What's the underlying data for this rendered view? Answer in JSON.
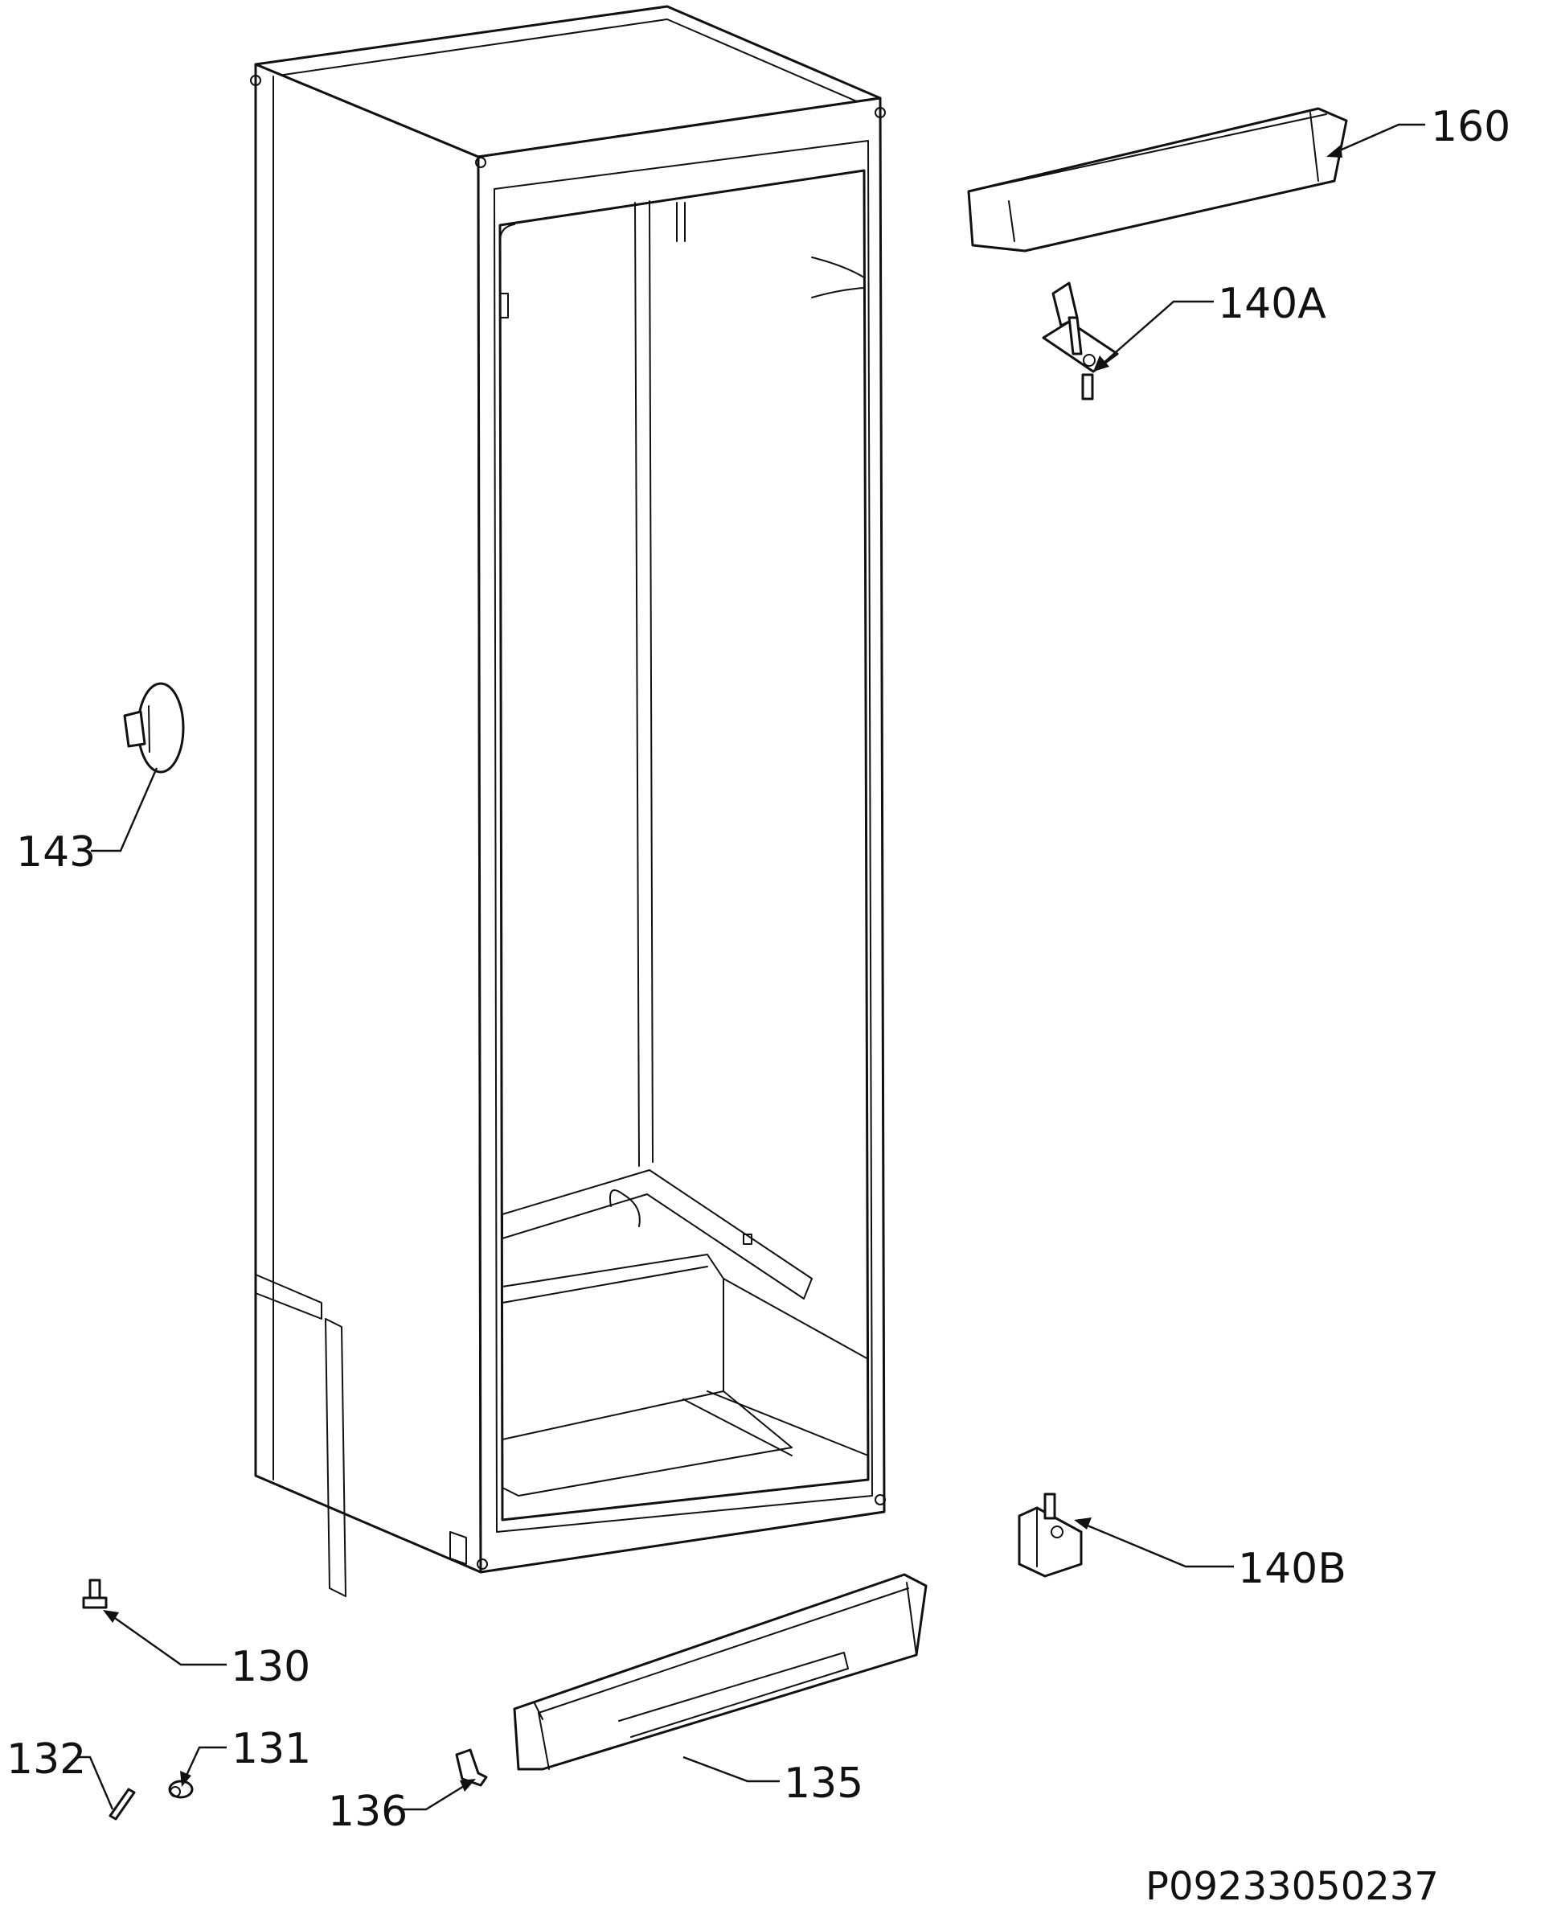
{
  "diagram": {
    "document_code": "P09233050237",
    "callouts": [
      {
        "id": "c160",
        "label": "160"
      },
      {
        "id": "c140a",
        "label": "140A"
      },
      {
        "id": "c143",
        "label": "143"
      },
      {
        "id": "c140b",
        "label": "140B"
      },
      {
        "id": "c130",
        "label": "130"
      },
      {
        "id": "c131",
        "label": "131"
      },
      {
        "id": "c132",
        "label": "132"
      },
      {
        "id": "c135",
        "label": "135"
      },
      {
        "id": "c136",
        "label": "136"
      }
    ]
  }
}
